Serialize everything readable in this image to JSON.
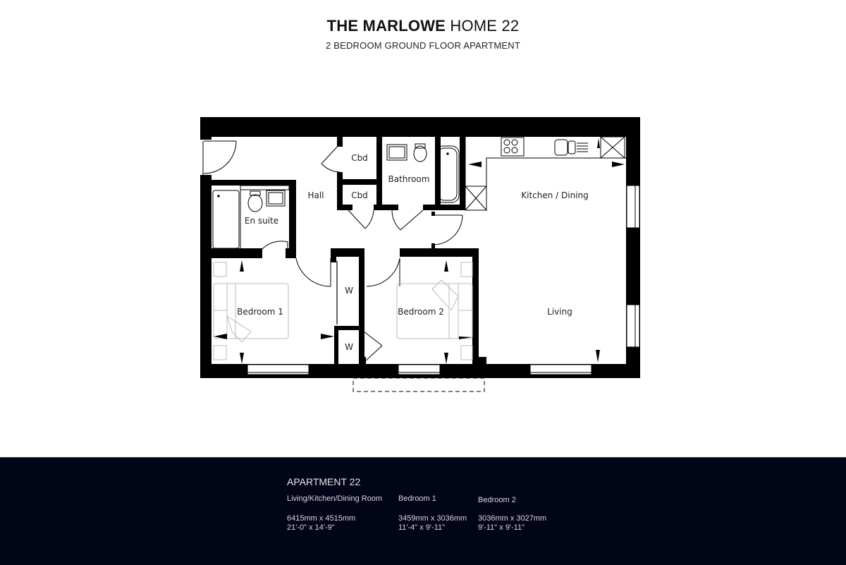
{
  "header": {
    "title_bold": "THE MARLOWE",
    "title_rest": "HOME 22",
    "subtitle": "2 BEDROOM GROUND FLOOR  APARTMENT"
  },
  "floorplan": {
    "rooms": [
      {
        "name": "Hall",
        "label": "Hall"
      },
      {
        "name": "Cupboard 1",
        "label": "Cbd"
      },
      {
        "name": "Cupboard 2",
        "label": "Cbd"
      },
      {
        "name": "Bathroom",
        "label": "Bathroom"
      },
      {
        "name": "En suite",
        "label": "En suite"
      },
      {
        "name": "Kitchen / Dining",
        "label": "Kitchen / Dining"
      },
      {
        "name": "Living",
        "label": "Living"
      },
      {
        "name": "Bedroom 1",
        "label": "Bedroom 1"
      },
      {
        "name": "Bedroom 2",
        "label": "Bedroom 2"
      },
      {
        "name": "Wardrobe 1",
        "label": "W"
      },
      {
        "name": "Wardrobe 2",
        "label": "W"
      }
    ],
    "wall_color": "#000000",
    "furniture_color": "#bbbbbb"
  },
  "footer": {
    "background": "#020418",
    "apartment_title": "APARTMENT 22",
    "rooms": [
      {
        "label": "Living/Kitchen/Dining Room",
        "metric": "6415mm x 4515mm",
        "imperial": "21'-0\" x 14'-9\""
      },
      {
        "label": "Bedroom 1",
        "metric": "3459mm x 3036mm",
        "imperial": "11'-4\" x 9'-11\""
      },
      {
        "label": "Bedroom 2",
        "metric": "3036mm x 3027mm",
        "imperial": "9'-11\" x 9'-11\""
      }
    ]
  }
}
